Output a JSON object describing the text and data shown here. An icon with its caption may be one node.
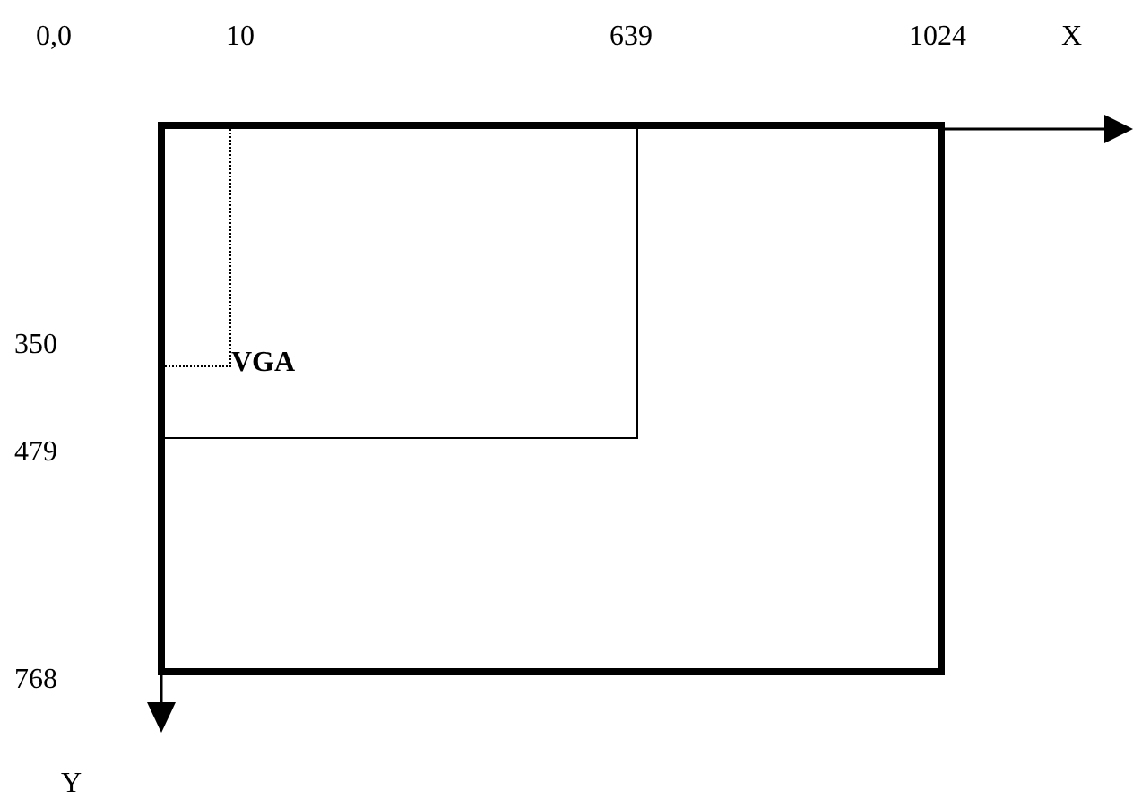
{
  "diagram": {
    "nodes": [
      {
        "text": [],
        "shape": "box"
      },
      {
        "text": [],
        "shape": "box",
        "in": 0
      },
      {
        "text": [
          "VGA"
        ],
        "in": 1
      }
    ],
    "labels": [
      "0,0",
      "10",
      "639",
      "1024",
      "X",
      "350",
      "479",
      "768",
      "Y"
    ]
  }
}
